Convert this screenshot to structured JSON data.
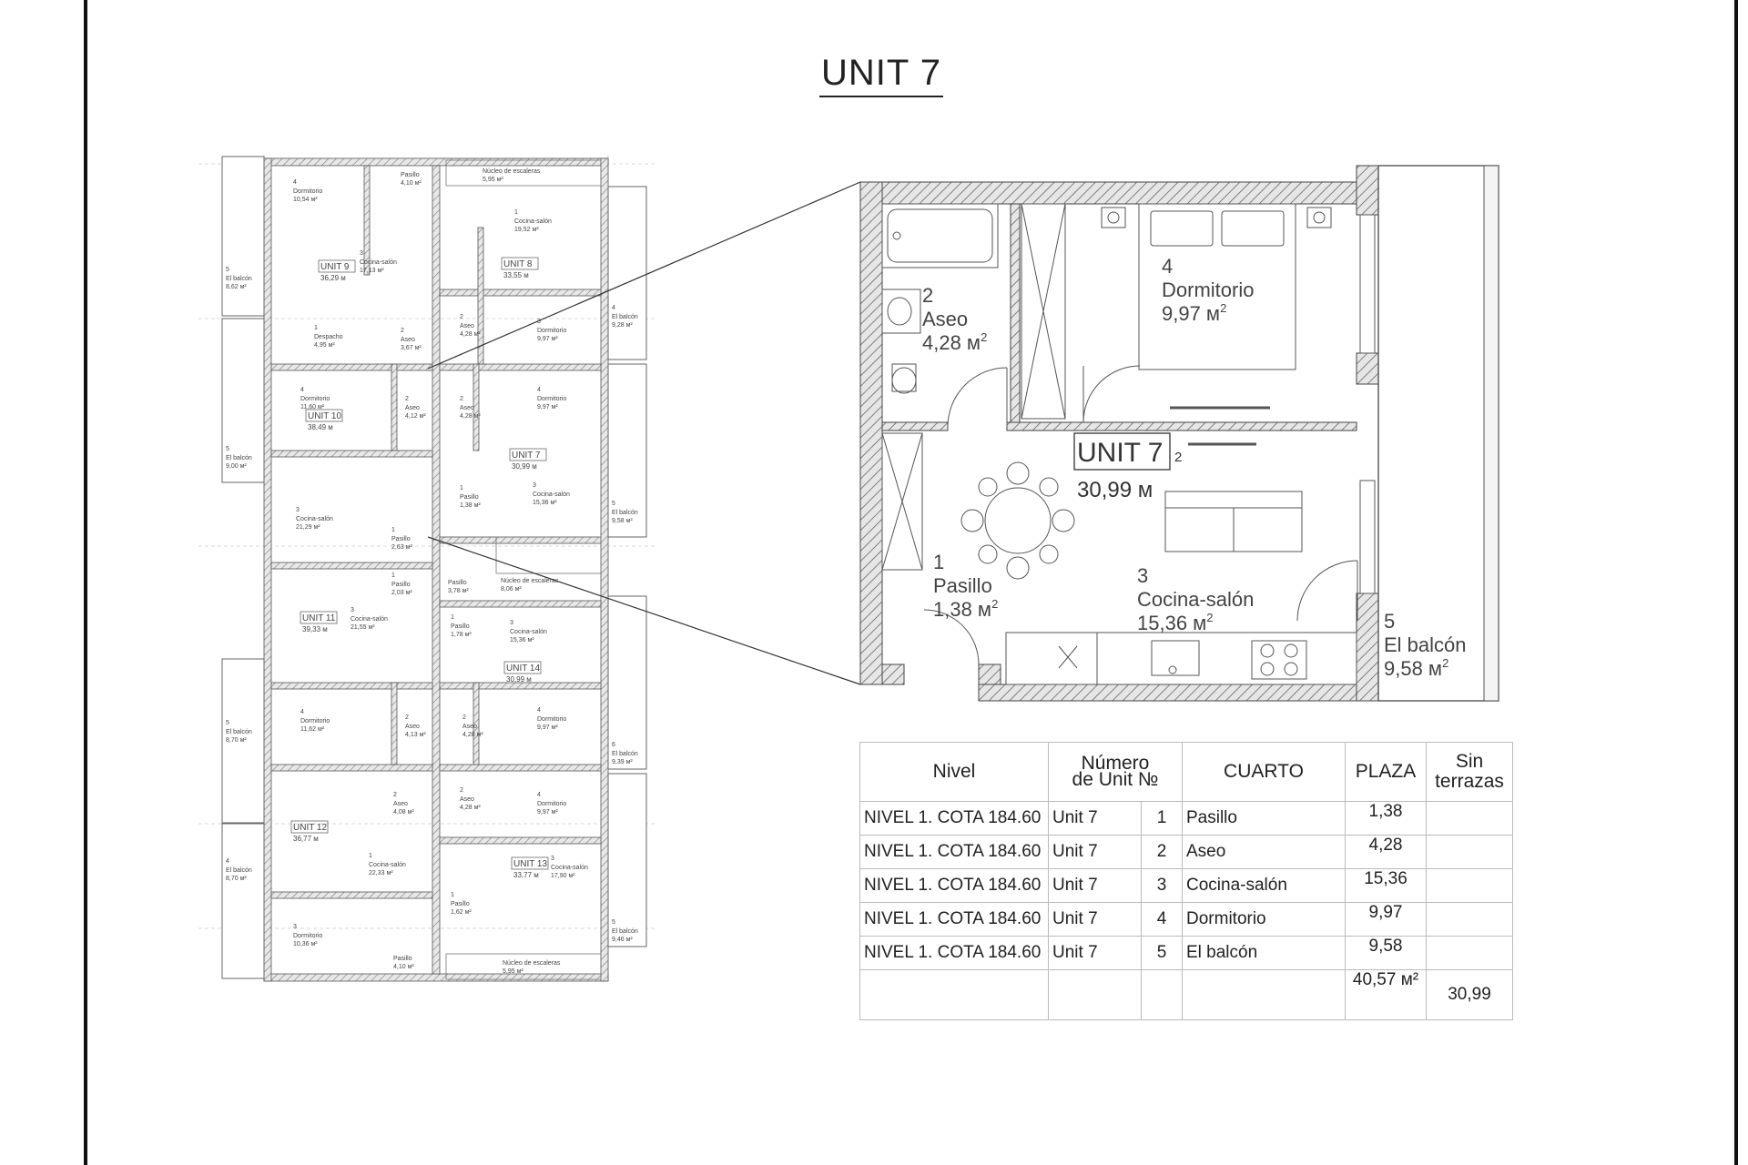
{
  "title": "UNIT 7",
  "overview": {
    "rooms": [
      {
        "num": "4",
        "name": "Dormitorio",
        "area": "10,54 м²"
      },
      {
        "num": "",
        "name": "Pasillo",
        "area": "4,10 м²"
      },
      {
        "num": "",
        "name": "Núcleo de escaleras",
        "area": "5,95 м²"
      },
      {
        "num": "1",
        "name": "Cocina-salón",
        "area": "19,52 м²"
      },
      {
        "num": "3",
        "name": "Cocina-salón",
        "area": "17,13 м²"
      },
      {
        "num": "5",
        "name": "El balcón",
        "area": "8,62 м²"
      },
      {
        "num": "4",
        "name": "El balcón",
        "area": "9,28 м²"
      },
      {
        "num": "1",
        "name": "Despacho",
        "area": "4,95 м²"
      },
      {
        "num": "2",
        "name": "Aseo",
        "area": "3,67 м²"
      },
      {
        "num": "2",
        "name": "Aseo",
        "area": "4,28 м²"
      },
      {
        "num": "3",
        "name": "Dormitorio",
        "area": "9,97 м²"
      },
      {
        "num": "4",
        "name": "Dormitorio",
        "area": "11,60 м²"
      },
      {
        "num": "2",
        "name": "Aseo",
        "area": "4,12 м²"
      },
      {
        "num": "2",
        "name": "Aseo",
        "area": "4,28 м²"
      },
      {
        "num": "4",
        "name": "Dormitorio",
        "area": "9,97 м²"
      },
      {
        "num": "5",
        "name": "El balcón",
        "area": "9,00 м²"
      },
      {
        "num": "3",
        "name": "Cocina-salón",
        "area": "21,29 м²"
      },
      {
        "num": "1",
        "name": "Pasillo",
        "area": "1,38 м²"
      },
      {
        "num": "3",
        "name": "Cocina-salón",
        "area": "15,36 м²"
      },
      {
        "num": "5",
        "name": "El balcón",
        "area": "9,58 м²"
      },
      {
        "num": "1",
        "name": "Pasillo",
        "area": "2,63 м²"
      },
      {
        "num": "",
        "name": "Pasillo",
        "area": "3,78 м²"
      },
      {
        "num": "",
        "name": "Núcleo de escaleras",
        "area": "8,06 м²"
      },
      {
        "num": "1",
        "name": "Pasillo",
        "area": "2,03 м²"
      },
      {
        "num": "3",
        "name": "Cocina-salón",
        "area": "21,55 м²"
      },
      {
        "num": "1",
        "name": "Pasillo",
        "area": "1,78 м²"
      },
      {
        "num": "3",
        "name": "Cocina-salón",
        "area": "15,36 м²"
      },
      {
        "num": "5",
        "name": "El balcón",
        "area": "8,70 м²"
      },
      {
        "num": "2",
        "name": "Aseo",
        "area": "4,13 м²"
      },
      {
        "num": "2",
        "name": "Aseo",
        "area": "4,28 м²"
      },
      {
        "num": "4",
        "name": "Dormitorio",
        "area": "11,62 м²"
      },
      {
        "num": "4",
        "name": "Dormitorio",
        "area": "9,97 м²"
      },
      {
        "num": "6",
        "name": "El balcón",
        "area": "9,39 м²"
      },
      {
        "num": "2",
        "name": "Aseo",
        "area": "4,08 м²"
      },
      {
        "num": "2",
        "name": "Aseo",
        "area": "4,28 м²"
      },
      {
        "num": "4",
        "name": "Dormitorio",
        "area": "9,97 м²"
      },
      {
        "num": "4",
        "name": "El balcón",
        "area": "8,70 м²"
      },
      {
        "num": "1",
        "name": "Cocina-salón",
        "area": "22,33 м²"
      },
      {
        "num": "3",
        "name": "Cocina-salón",
        "area": "17,90 м²"
      },
      {
        "num": "1",
        "name": "Pasillo",
        "area": "1,62 м²"
      },
      {
        "num": "3",
        "name": "Dormitorio",
        "area": "10,36 м²"
      },
      {
        "num": "5",
        "name": "El balcón",
        "area": "9,46 м²"
      },
      {
        "num": "",
        "name": "Pasillo",
        "area": "4,10 м²"
      },
      {
        "num": "",
        "name": "Núcleo de escaleras",
        "area": "5,95 м²"
      }
    ],
    "units": [
      {
        "name": "UNIT 9",
        "area": "36,29 м"
      },
      {
        "name": "UNIT 8",
        "area": "33,55 м"
      },
      {
        "name": "UNIT 10",
        "area": "38,49 м"
      },
      {
        "name": "UNIT 7",
        "area": "30,99 м"
      },
      {
        "name": "UNIT 11",
        "area": "39,33 м"
      },
      {
        "name": "UNIT 14",
        "area": "30,99 м"
      },
      {
        "name": "UNIT 12",
        "area": "36,77 м"
      },
      {
        "name": "UNIT 13",
        "area": "33,77 м"
      }
    ]
  },
  "detail": {
    "unit_label": "UNIT 7",
    "unit_sup": "2",
    "unit_area": "30,99 м",
    "rooms": [
      {
        "num": "2",
        "name": "Aseo",
        "area": "4,28 м",
        "sup": "2"
      },
      {
        "num": "4",
        "name": "Dormitorio",
        "area": "9,97 м",
        "sup": "2"
      },
      {
        "num": "1",
        "name": "Pasillo",
        "area": "1,38 м",
        "sup": "2"
      },
      {
        "num": "3",
        "name": "Cocina-salón",
        "area": "15,36 м",
        "sup": "2"
      },
      {
        "num": "5",
        "name": "El balcón",
        "area": "9,58 м",
        "sup": "2"
      }
    ]
  },
  "table": {
    "headers": {
      "nivel": "Nivel",
      "numero_top": "Número",
      "numero_bottom": "de Unit №",
      "cuarto": "CUARTO",
      "plaza": "PLAZA",
      "sin_top": "Sin",
      "sin_bottom": "terrazas"
    },
    "rows": [
      {
        "nivel": "NIVEL  1.  COTA  184.60",
        "unit": "Unit  7",
        "num": "1",
        "cuarto": "Pasillo",
        "plaza": "1,38",
        "sin": ""
      },
      {
        "nivel": "NIVEL  1.  COTA  184.60",
        "unit": "Unit  7",
        "num": "2",
        "cuarto": "Aseo",
        "plaza": "4,28",
        "sin": ""
      },
      {
        "nivel": "NIVEL  1.  COTA  184.60",
        "unit": "Unit  7",
        "num": "3",
        "cuarto": "Cocina-salón",
        "plaza": "15,36",
        "sin": ""
      },
      {
        "nivel": "NIVEL  1.  COTA  184.60",
        "unit": "Unit  7",
        "num": "4",
        "cuarto": "Dormitorio",
        "plaza": "9,97",
        "sin": ""
      },
      {
        "nivel": "NIVEL  1. COTA 184.60",
        "unit": "Unit 7",
        "num": "5",
        "cuarto": "El balcón",
        "plaza": "9,58",
        "sin": ""
      }
    ],
    "total": {
      "plaza": "40,57 м²",
      "sin": "30,99"
    }
  }
}
